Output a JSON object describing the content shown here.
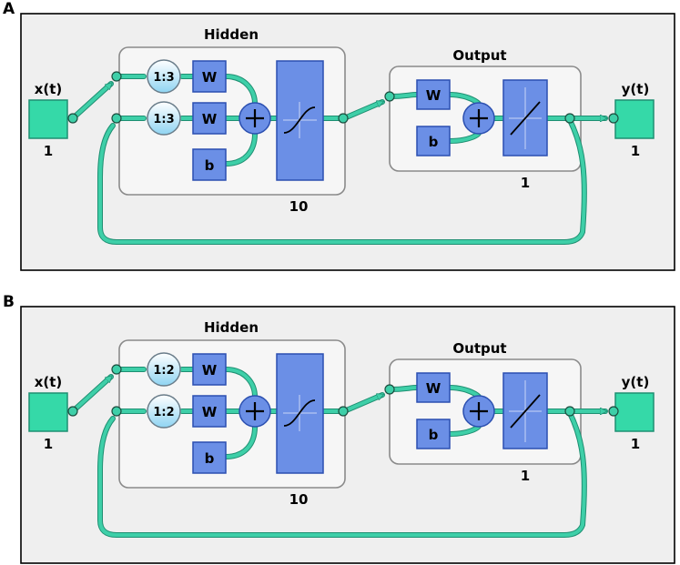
{
  "panels": [
    {
      "letter": "A",
      "input": {
        "label": "x(t)",
        "size": "1"
      },
      "hidden": {
        "title": "Hidden",
        "delays": [
          "1:3",
          "1:3"
        ],
        "weight_label": "W",
        "bias_label": "b",
        "size": "10"
      },
      "output": {
        "title": "Output",
        "weight_label": "W",
        "bias_label": "b",
        "size": "1"
      },
      "target": {
        "label": "y(t)",
        "size": "1"
      }
    },
    {
      "letter": "B",
      "input": {
        "label": "x(t)",
        "size": "1"
      },
      "hidden": {
        "title": "Hidden",
        "delays": [
          "1:2",
          "1:2"
        ],
        "weight_label": "W",
        "bias_label": "b",
        "size": "10"
      },
      "output": {
        "title": "Output",
        "weight_label": "W",
        "bias_label": "b",
        "size": "1"
      },
      "target": {
        "label": "y(t)",
        "size": "1"
      }
    }
  ],
  "colors": {
    "wire": "#3ecfa8",
    "wire_dark": "#1e8f72",
    "block": "#6b8fe6",
    "block_border": "#2b4fb0",
    "io_box": "#35d9a8",
    "panel_bg": "#efefef"
  }
}
